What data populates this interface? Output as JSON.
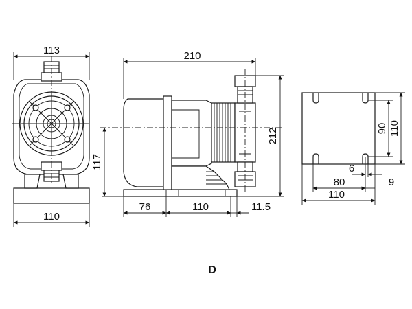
{
  "dimensions": {
    "front_width_top": "113",
    "front_width_bottom": "110",
    "side_total_length": "210",
    "side_height": "212",
    "side_axis_height": "117",
    "side_left_offset": "76",
    "side_base_length": "110",
    "side_flange": "11.5",
    "base_hole_spacing_v": "90",
    "base_height": "110",
    "base_slot": "6",
    "base_hole_spacing_h": "80",
    "base_edge": "9",
    "base_width": "110"
  },
  "figure_label": "D"
}
